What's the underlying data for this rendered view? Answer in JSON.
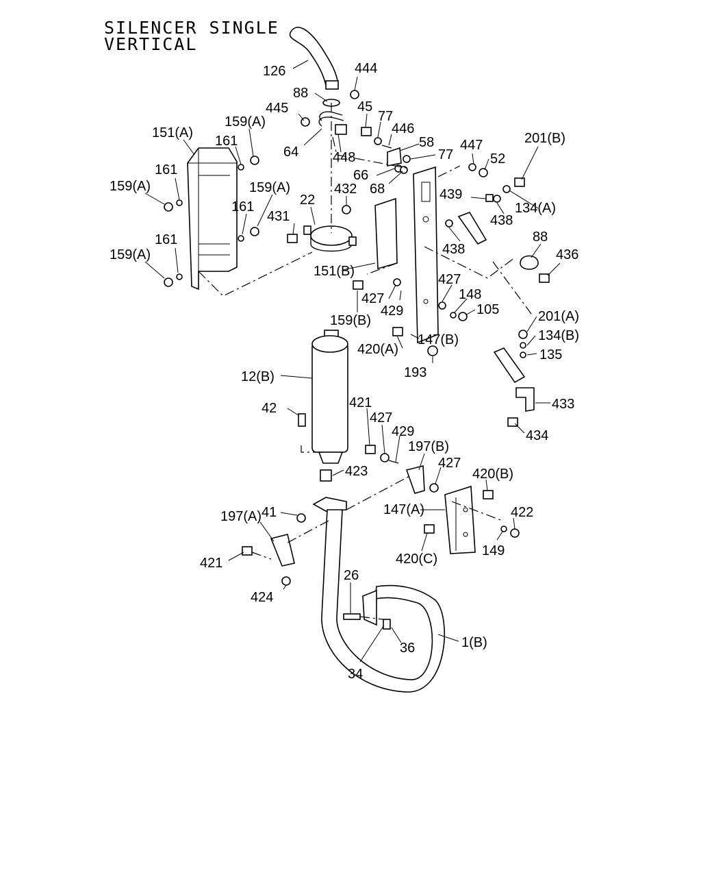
{
  "title": [
    "SILENCER SINGLE",
    "VERTICAL"
  ],
  "labels": {
    "l126": "126",
    "l444": "444",
    "l88a": "88",
    "l445": "445",
    "l45": "45",
    "l77a": "77",
    "l446": "446",
    "l64": "64",
    "l448": "448",
    "l58": "58",
    "l77b": "77",
    "l447": "447",
    "l52": "52",
    "l201b": "201(B)",
    "l66": "66",
    "l68": "68",
    "l151a": "151(A)",
    "l159a1": "159(A)",
    "l161a": "161",
    "l161b": "161",
    "l159a2": "159(A)",
    "l159a3": "159(A)",
    "l22": "22",
    "l432": "432",
    "l439": "439",
    "l134a": "134(A)",
    "l438a": "438",
    "l431": "431",
    "l161c": "161",
    "l438b": "438",
    "l88b": "88",
    "l436": "436",
    "l161d": "161",
    "l159a4": "159(A)",
    "l151b": "151(B)",
    "l427a": "427",
    "l148": "148",
    "l427b": "427",
    "l105": "105",
    "l429a": "429",
    "l159b": "159(B)",
    "l201a": "201(A)",
    "l134b": "134(B)",
    "l147b": "147(B)",
    "l420a": "420(A)",
    "l135": "135",
    "l193": "193",
    "l12b": "12(B)",
    "l433": "433",
    "l421a": "421",
    "l42": "42",
    "l427c": "427",
    "l434": "434",
    "l429b": "429",
    "l197b": "197(B)",
    "l427d": "427",
    "l423": "423",
    "l420b": "420(B)",
    "l41": "41",
    "l147a": "147(A)",
    "l422": "422",
    "l197a": "197(A)",
    "l149": "149",
    "l420c": "420(C)",
    "l421b": "421",
    "l26": "26",
    "l424": "424",
    "l1b": "1(B)",
    "l36": "36",
    "l34": "34"
  }
}
